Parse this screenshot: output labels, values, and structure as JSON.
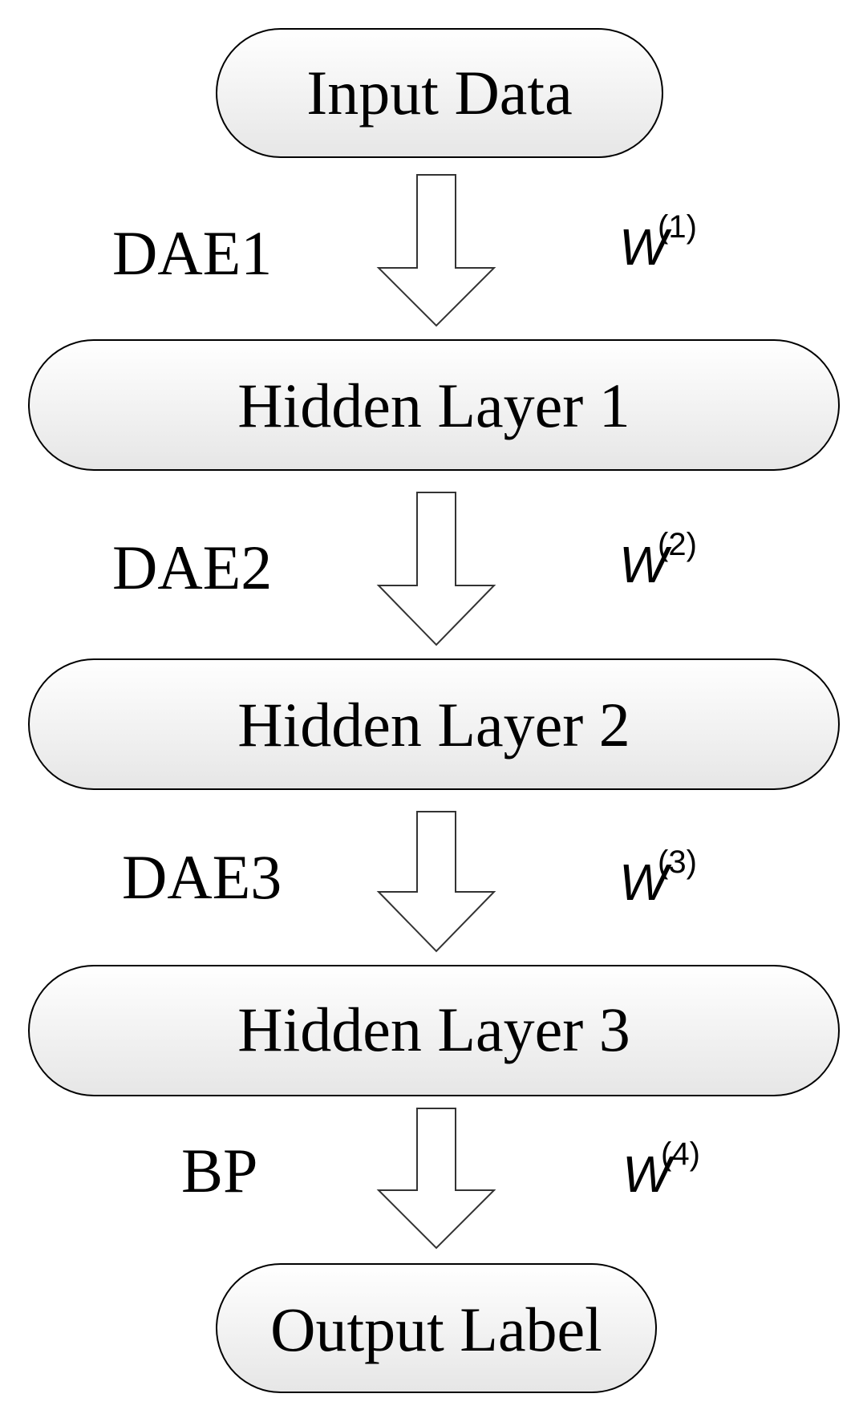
{
  "nodes": [
    {
      "id": "input",
      "label": "Input Data"
    },
    {
      "id": "hidden1",
      "label": "Hidden Layer 1"
    },
    {
      "id": "hidden2",
      "label": "Hidden Layer 2"
    },
    {
      "id": "hidden3",
      "label": "Hidden Layer 3"
    },
    {
      "id": "output",
      "label": "Output Label"
    }
  ],
  "steps": [
    {
      "label": "DAE1",
      "weight_symbol": "W",
      "weight_index": "(1)"
    },
    {
      "label": "DAE2",
      "weight_symbol": "W",
      "weight_index": "(2)"
    },
    {
      "label": "DAE3",
      "weight_symbol": "W",
      "weight_index": "(3)"
    },
    {
      "label": "BP",
      "weight_symbol": "W",
      "weight_index": "(4)"
    }
  ],
  "colors": {
    "node_fill_top": "#ffffff",
    "node_fill_bottom": "#e6e6e6",
    "arrow_fill": "#ffffff",
    "stroke": "#000000"
  }
}
